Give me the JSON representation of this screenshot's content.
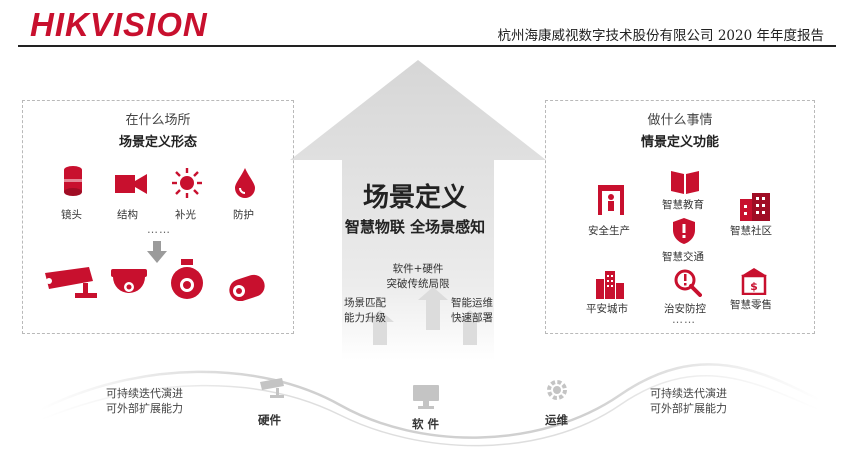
{
  "header": {
    "logo": "HIKVISION",
    "report_title": "杭州海康威视数字技术股份有限公司 2020 年年度报告"
  },
  "left_panel": {
    "subtitle": "在什么场所",
    "title": "场景定义形态",
    "icons": [
      "镜头",
      "结构",
      "补光",
      "防护"
    ],
    "ellipsis": "……"
  },
  "center": {
    "title": "场景定义",
    "subtitle": "智慧物联 全场景感知",
    "top_note": [
      "软件+硬件",
      "突破传统局限"
    ],
    "left_note": [
      "场景匹配",
      "能力升级"
    ],
    "right_note": [
      "智能运维",
      "快速部署"
    ]
  },
  "right_panel": {
    "subtitle": "做什么事情",
    "title": "情景定义功能",
    "items": [
      "安全生产",
      "智慧教育",
      "智慧社区",
      "智慧交通",
      "平安城市",
      "治安防控",
      "智慧零售"
    ],
    "ellipsis": "……"
  },
  "bottom": {
    "left_text": [
      "可持续迭代演进",
      "可外部扩展能力"
    ],
    "right_text": [
      "可持续迭代演进",
      "可外部扩展能力"
    ],
    "labels": [
      "硬件",
      "软 件",
      "运维"
    ]
  },
  "colors": {
    "brand": "#c8102e",
    "grey": "#d9d9d9"
  }
}
